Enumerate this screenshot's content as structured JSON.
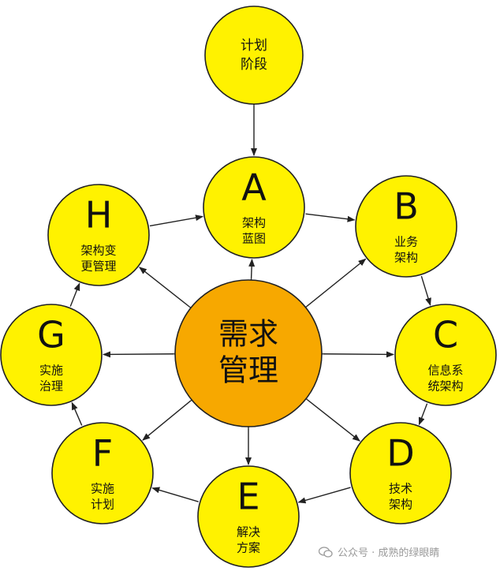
{
  "center": {
    "line1": "需求",
    "line2": "管理"
  },
  "phases": [
    {
      "id": "preliminary",
      "letter": "",
      "line1": "计划",
      "line2": "阶段"
    },
    {
      "id": "A",
      "letter": "A",
      "line1": "架构",
      "line2": "蓝图"
    },
    {
      "id": "B",
      "letter": "B",
      "line1": "业务",
      "line2": "架构"
    },
    {
      "id": "C",
      "letter": "C",
      "line1": "信息系",
      "line2": "统架构"
    },
    {
      "id": "D",
      "letter": "D",
      "line1": "技术",
      "line2": "架构"
    },
    {
      "id": "E",
      "letter": "E",
      "line1": "解决",
      "line2": "方案"
    },
    {
      "id": "F",
      "letter": "F",
      "line1": "实施",
      "line2": "计划"
    },
    {
      "id": "G",
      "letter": "G",
      "line1": "实施",
      "line2": "治理"
    },
    {
      "id": "H",
      "letter": "H",
      "line1": "架构变",
      "line2": "更管理"
    }
  ],
  "watermark": {
    "text": "公众号 · 成熟的绿眼睛"
  },
  "colors": {
    "phase_fill": "#FFF200",
    "center_fill": "#F7A800",
    "stroke": "#222222",
    "arrow": "#222222"
  }
}
